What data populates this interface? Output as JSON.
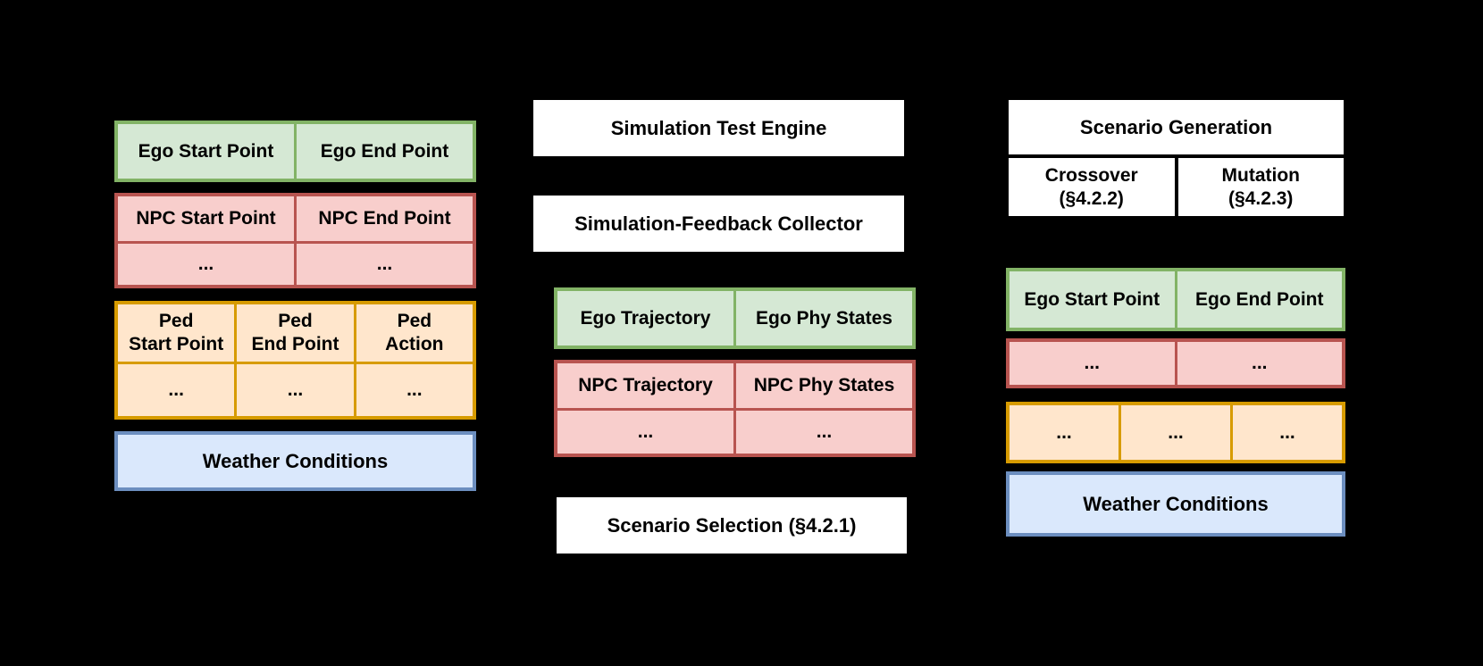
{
  "palette": {
    "background": "#000000",
    "text": "#000000",
    "white_box_fill": "#ffffff",
    "green_fill": "#d5e8d4",
    "green_border": "#82b366",
    "red_fill": "#f8cecc",
    "red_border": "#b85450",
    "orange_fill": "#ffe6cc",
    "orange_border": "#d79b00",
    "blue_fill": "#dae8fc",
    "blue_border": "#6c8ebf"
  },
  "left_panel": {
    "ego_route_table": {
      "cells": [
        "Ego Start Point",
        "Ego End Point"
      ]
    },
    "npc_route_table": {
      "header_cells": [
        "NPC Start Point",
        "NPC End Point"
      ],
      "ellipsis_cells": [
        "...",
        "..."
      ]
    },
    "ped_table": {
      "header_cells": [
        {
          "line1": "Ped",
          "line2": "Start Point"
        },
        {
          "line1": "Ped",
          "line2": "End Point"
        },
        {
          "line1": "Ped",
          "line2": "Action"
        }
      ],
      "ellipsis_cells": [
        "...",
        "...",
        "..."
      ]
    },
    "weather_box": {
      "label": "Weather Conditions"
    }
  },
  "middle_panel": {
    "engine_box": {
      "label": "Simulation Test Engine"
    },
    "collector_box": {
      "label": "Simulation-Feedback Collector"
    },
    "ego_feedback_table": {
      "cells": [
        "Ego Trajectory",
        "Ego Phy States"
      ]
    },
    "npc_feedback_table": {
      "header_cells": [
        "NPC Trajectory",
        "NPC Phy States"
      ],
      "ellipsis_cells": [
        "...",
        "..."
      ]
    },
    "selection_box": {
      "label": "Scenario Selection (§4.2.1)"
    }
  },
  "right_panel": {
    "generation_table": {
      "title": "Scenario Generation",
      "operator_cells": [
        {
          "line1": "Crossover",
          "line2": "(§4.2.2)"
        },
        {
          "line1": "Mutation",
          "line2": "(§4.2.3)"
        }
      ]
    },
    "ego_route_table": {
      "cells": [
        "Ego Start Point",
        "Ego End Point"
      ]
    },
    "npc_ellipsis_row": {
      "cells": [
        "...",
        "..."
      ]
    },
    "ped_ellipsis_row": {
      "cells": [
        "...",
        "...",
        "..."
      ]
    },
    "weather_box": {
      "label": "Weather Conditions"
    }
  }
}
